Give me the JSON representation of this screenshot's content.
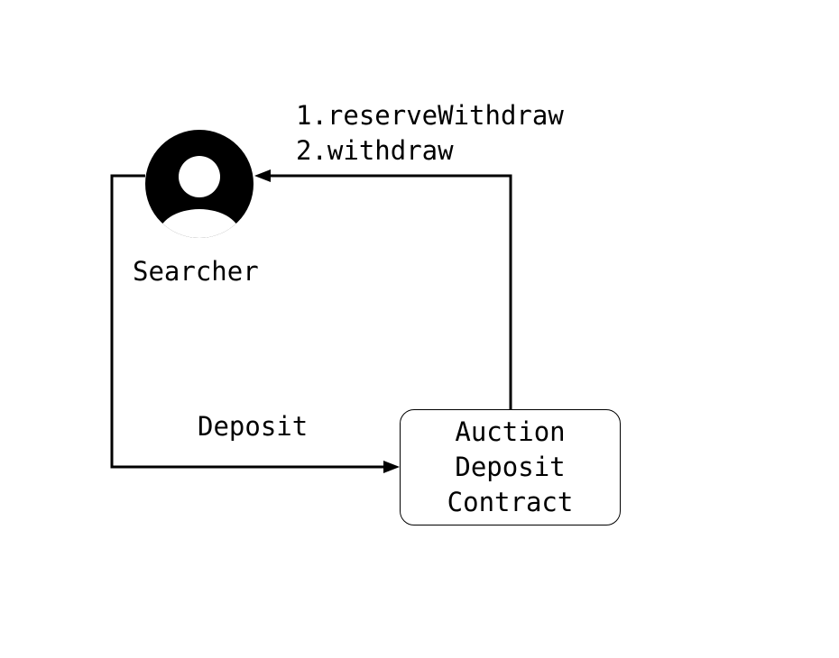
{
  "actors": {
    "searcher": {
      "label": "Searcher",
      "icon": "user-avatar-icon"
    }
  },
  "contract": {
    "lines": [
      "Auction",
      "Deposit",
      "Contract"
    ]
  },
  "edges": {
    "withdraw": {
      "from": "contract",
      "to": "searcher",
      "steps": [
        "1.reserveWithdraw",
        "2.withdraw"
      ]
    },
    "deposit": {
      "from": "searcher",
      "to": "contract",
      "label": "Deposit"
    }
  },
  "colors": {
    "stroke": "#000000",
    "background": "#ffffff"
  }
}
